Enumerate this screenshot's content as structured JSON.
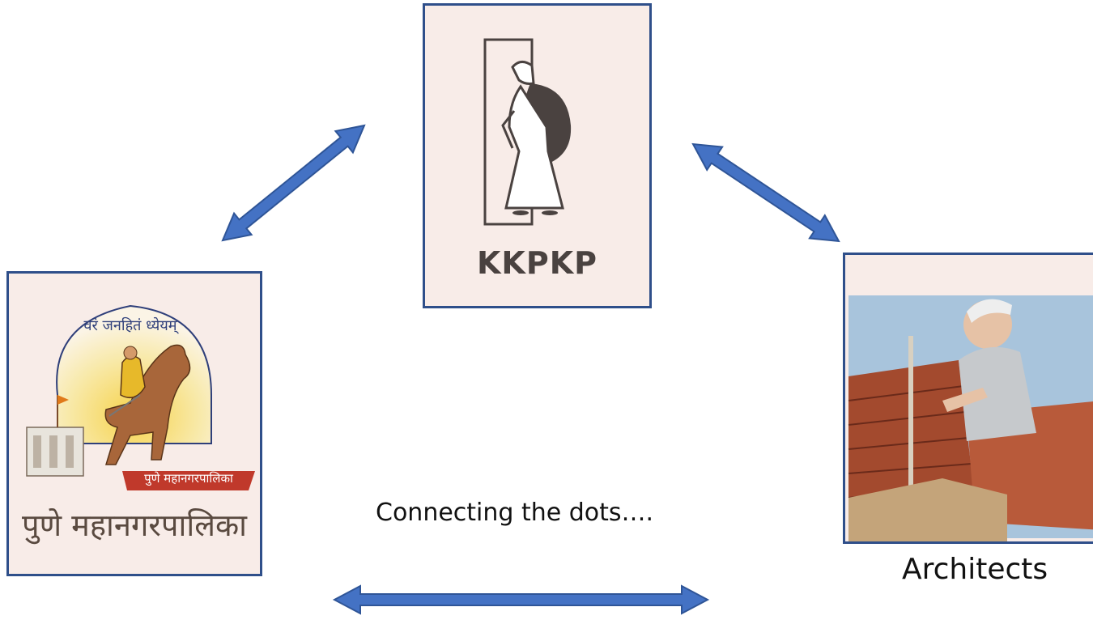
{
  "nodes": {
    "kkpkp": {
      "label": "KKPKP"
    },
    "pmc": {
      "caption": "पुणे महानगरपालिका",
      "ribbon_text": "पुणे महानगरपालिका",
      "motto": "वरं जनहितं ध्येयम्"
    },
    "architects": {
      "label": "Architects"
    }
  },
  "connector_label": "Connecting the dots….",
  "colors": {
    "card_border": "#2f4f8a",
    "card_fill": "#f8ece8",
    "arrow_fill": "#4472c4",
    "arrow_stroke": "#2f5597"
  }
}
